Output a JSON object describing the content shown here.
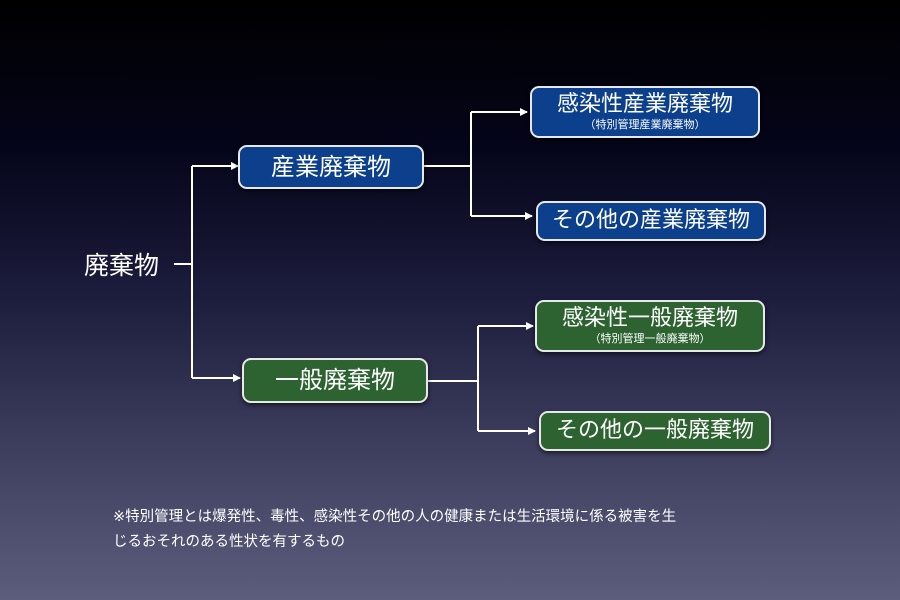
{
  "diagram": {
    "root": {
      "label": "廃棄物"
    },
    "branches": [
      {
        "id": "industrial",
        "label": "産業廃棄物",
        "color": "#0c3f8c",
        "children": [
          {
            "label": "感染性産業廃棄物",
            "sublabel": "（特別管理産業廃棄物）"
          },
          {
            "label": "その他の産業廃棄物"
          }
        ]
      },
      {
        "id": "general",
        "label": "一般廃棄物",
        "color": "#2d6330",
        "children": [
          {
            "label": "感染性一般廃棄物",
            "sublabel": "（特別管理一般廃棄物）"
          },
          {
            "label": "その他の一般廃棄物"
          }
        ]
      }
    ],
    "footnote": {
      "line1": "※特別管理とは爆発性、毒性、感染性その他の人の健康または生活環境に係る被害を生",
      "line2": "じるおそれのある性状を有するもの"
    }
  }
}
